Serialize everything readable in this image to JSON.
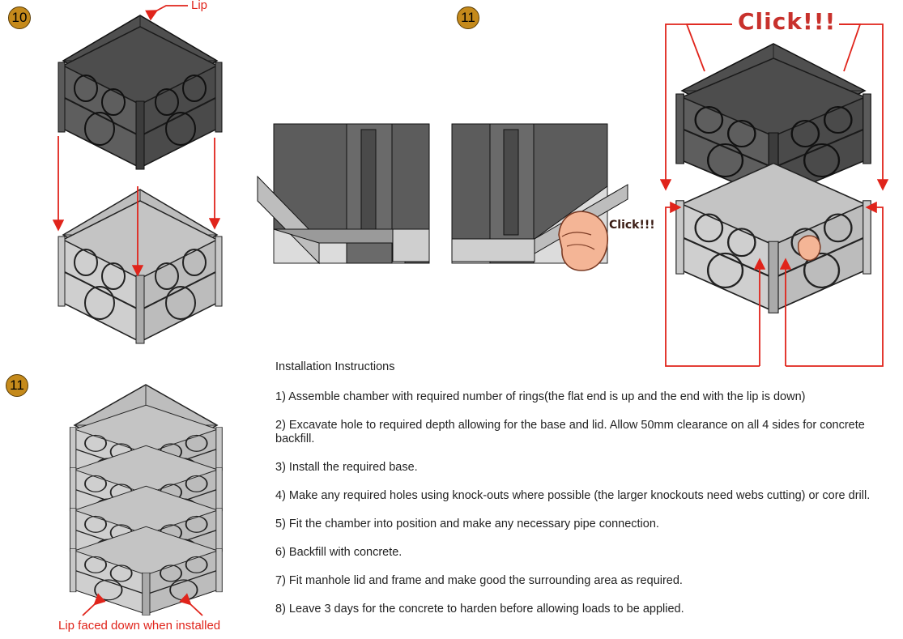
{
  "labels": {
    "lip": "Lip",
    "lip_down": "Lip faced down when installed",
    "click_big": "Click!!!",
    "click_small": "Click!!!"
  },
  "steps": {
    "step_a": "10",
    "step_b": "11",
    "step_c": "11"
  },
  "instructions": {
    "title": "Installation Instructions",
    "items": [
      "1) Assemble chamber with required number of rings(the flat end is up and the end  with the lip is down)",
      "2) Excavate hole to required depth allowing for the base and lid. Allow 50mm clearance on all 4 sides for concrete backfill.",
      "3) Install the required base.",
      "4) Make any required holes using knock-outs where possible (the larger knockouts need webs cutting) or core drill.",
      "5) Fit the chamber into position and make any necessary pipe connection.",
      "6) Backfill with concrete.",
      "7) Fit manhole lid and frame and make good the surrounding area as required.",
      "8) Leave 3 days for the concrete to harden before allowing loads to be applied."
    ]
  },
  "colors": {
    "annotation_red": "#e0241b",
    "badge": "#c58a1b",
    "dark_ring": "#5b5b5b",
    "light_ring": "#bdbdbd"
  }
}
